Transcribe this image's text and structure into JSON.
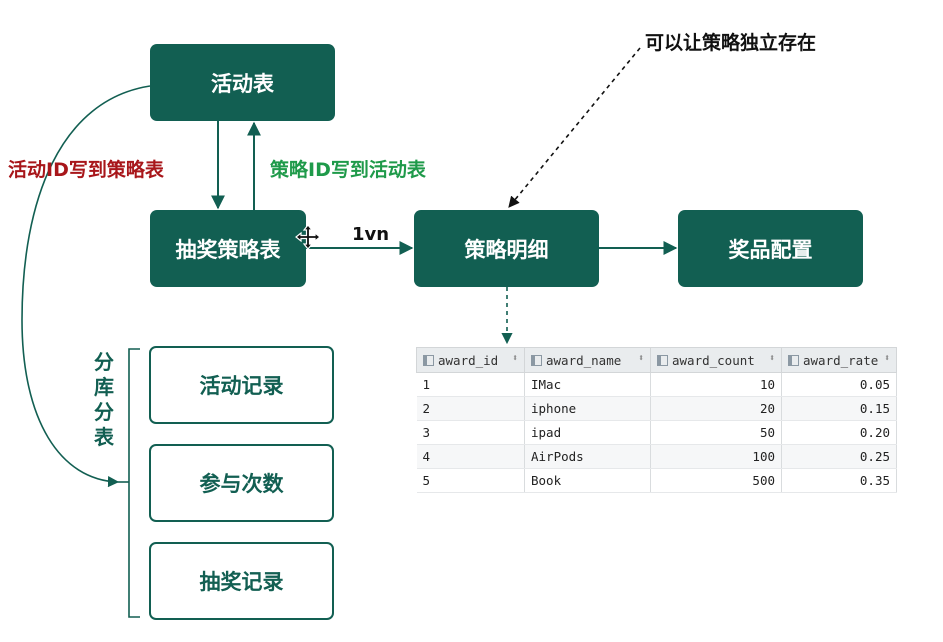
{
  "boxes": {
    "activity_table": "活动表",
    "strategy_table": "抽奖策略表",
    "strategy_detail": "策略明细",
    "award_config": "奖品配置"
  },
  "shard_boxes": [
    "活动记录",
    "参与次数",
    "抽奖记录"
  ],
  "shard_label": [
    "分",
    "库",
    "分",
    "表"
  ],
  "labels": {
    "activity_id_to_strategy": "活动ID写到策略表",
    "strategy_id_to_activity": "策略ID写到活动表",
    "one_to_n": "1vn",
    "independent_note": "可以让策略独立存在"
  },
  "table": {
    "headers": [
      "award_id",
      "award_name",
      "award_count",
      "award_rate"
    ],
    "rows": [
      [
        "1",
        "IMac",
        "10",
        "0.05"
      ],
      [
        "2",
        "iphone",
        "20",
        "0.15"
      ],
      [
        "3",
        "ipad",
        "50",
        "0.20"
      ],
      [
        "4",
        "AirPods",
        "100",
        "0.25"
      ],
      [
        "5",
        "Book",
        "500",
        "0.35"
      ]
    ]
  },
  "colors": {
    "box": "#125f52",
    "red_label": "#a8161a",
    "green_label": "#1f9a4a"
  }
}
